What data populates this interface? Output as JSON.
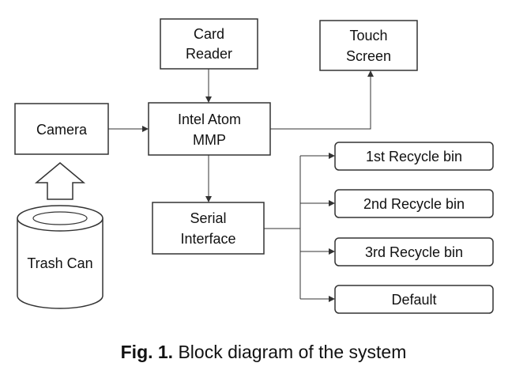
{
  "blocks": {
    "card_reader": [
      "Card",
      "Reader"
    ],
    "touch_screen": [
      "Touch",
      "Screen"
    ],
    "camera": "Camera",
    "intel_atom": [
      "Intel Atom",
      "MMP"
    ],
    "serial_interface": [
      "Serial",
      "Interface"
    ],
    "trash_can": "Trash Can",
    "bin1": "1st Recycle bin",
    "bin2": "2nd Recycle bin",
    "bin3": "3rd Recycle bin",
    "default": "Default"
  },
  "caption": {
    "label": "Fig. 1.",
    "text": " Block diagram of the system"
  }
}
